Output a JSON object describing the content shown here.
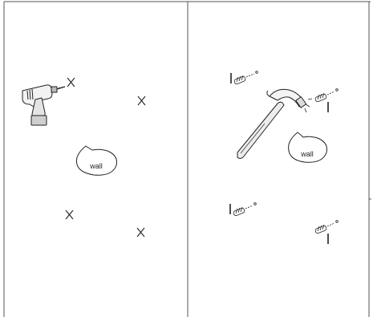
{
  "panels": [
    {
      "id": "drill-step",
      "bubble": {
        "text": "wall"
      }
    },
    {
      "id": "anchor-step",
      "bubble": {
        "text": "wall"
      }
    }
  ]
}
